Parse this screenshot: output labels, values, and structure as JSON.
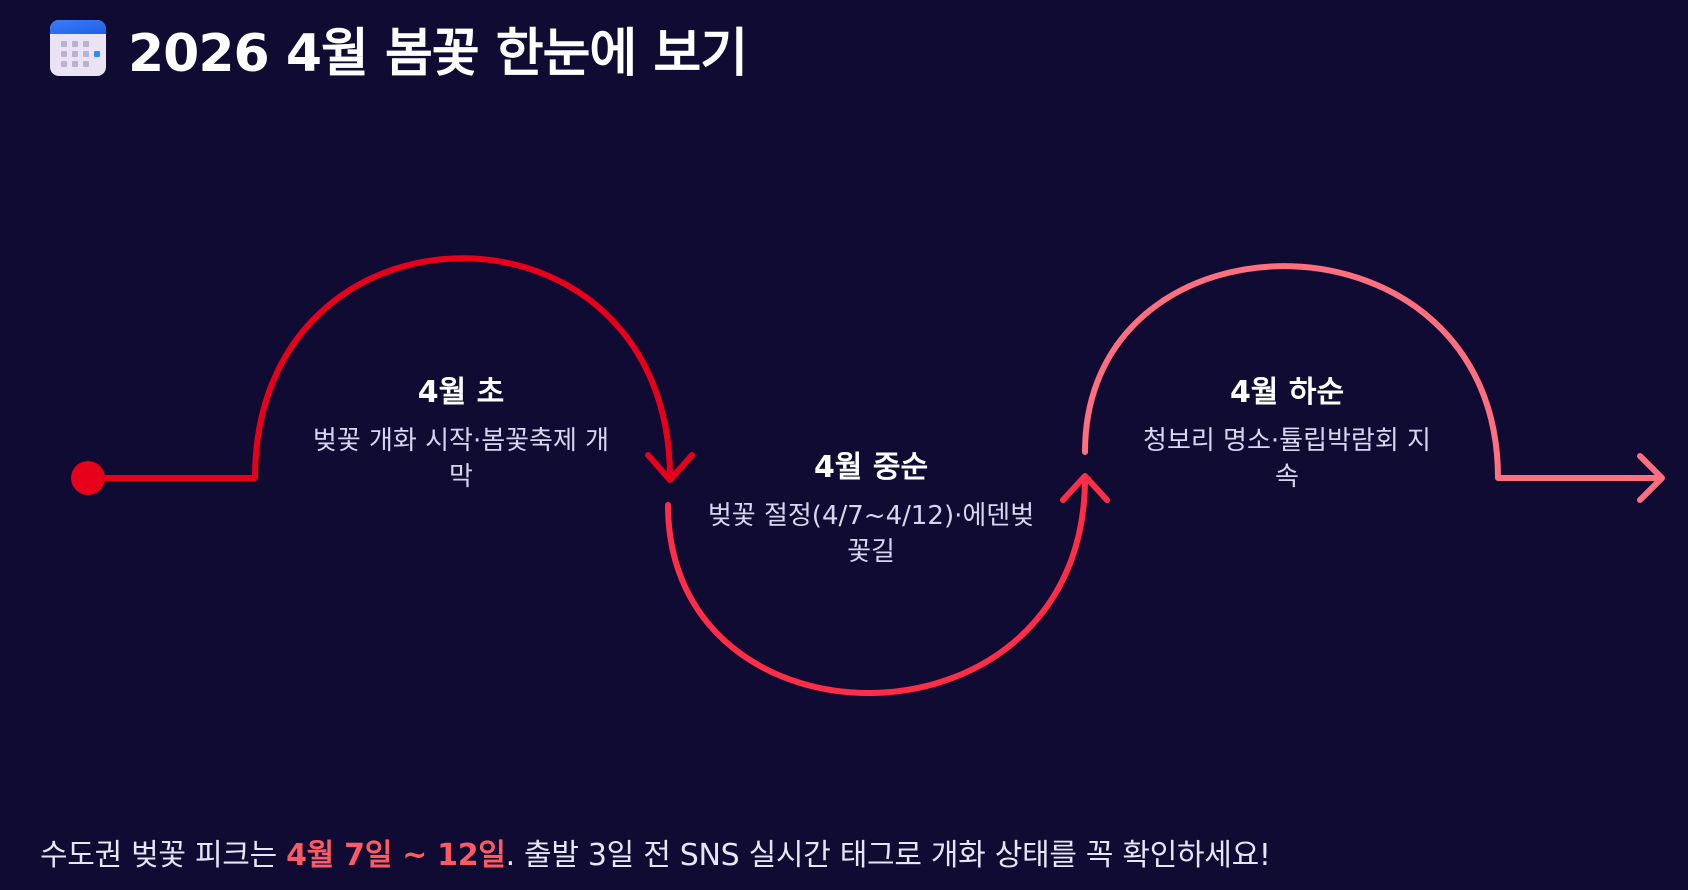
{
  "header": {
    "icon": "calendar-icon",
    "title": "2026 4월 봄꽃 한눈에 보기"
  },
  "stages": [
    {
      "title": "4월 초",
      "desc_line1": "벚꽃 개화 시작·봄꽃축제 개",
      "desc_line2": "막",
      "color": "#e8001a"
    },
    {
      "title": "4월 중순",
      "desc_line1": "벚꽃 절정(4/7~4/12)·에덴벚",
      "desc_line2": "꽃길",
      "color": "#ff2d46"
    },
    {
      "title": "4월 하순",
      "desc_line1": "청보리 명소·튤립박람회 지",
      "desc_line2": "속",
      "color": "#ff6f7d"
    }
  ],
  "footer": {
    "prefix": "수도권 벚꽃 피크는 ",
    "highlight": "4월 7일 ~ 12일",
    "suffix": ". 출발 3일 전 SNS 실시간 태그로 개화 상태를 꼭 확인하세요!"
  },
  "colors": {
    "background": "#0f0b33",
    "accent": "#ff5a63"
  }
}
